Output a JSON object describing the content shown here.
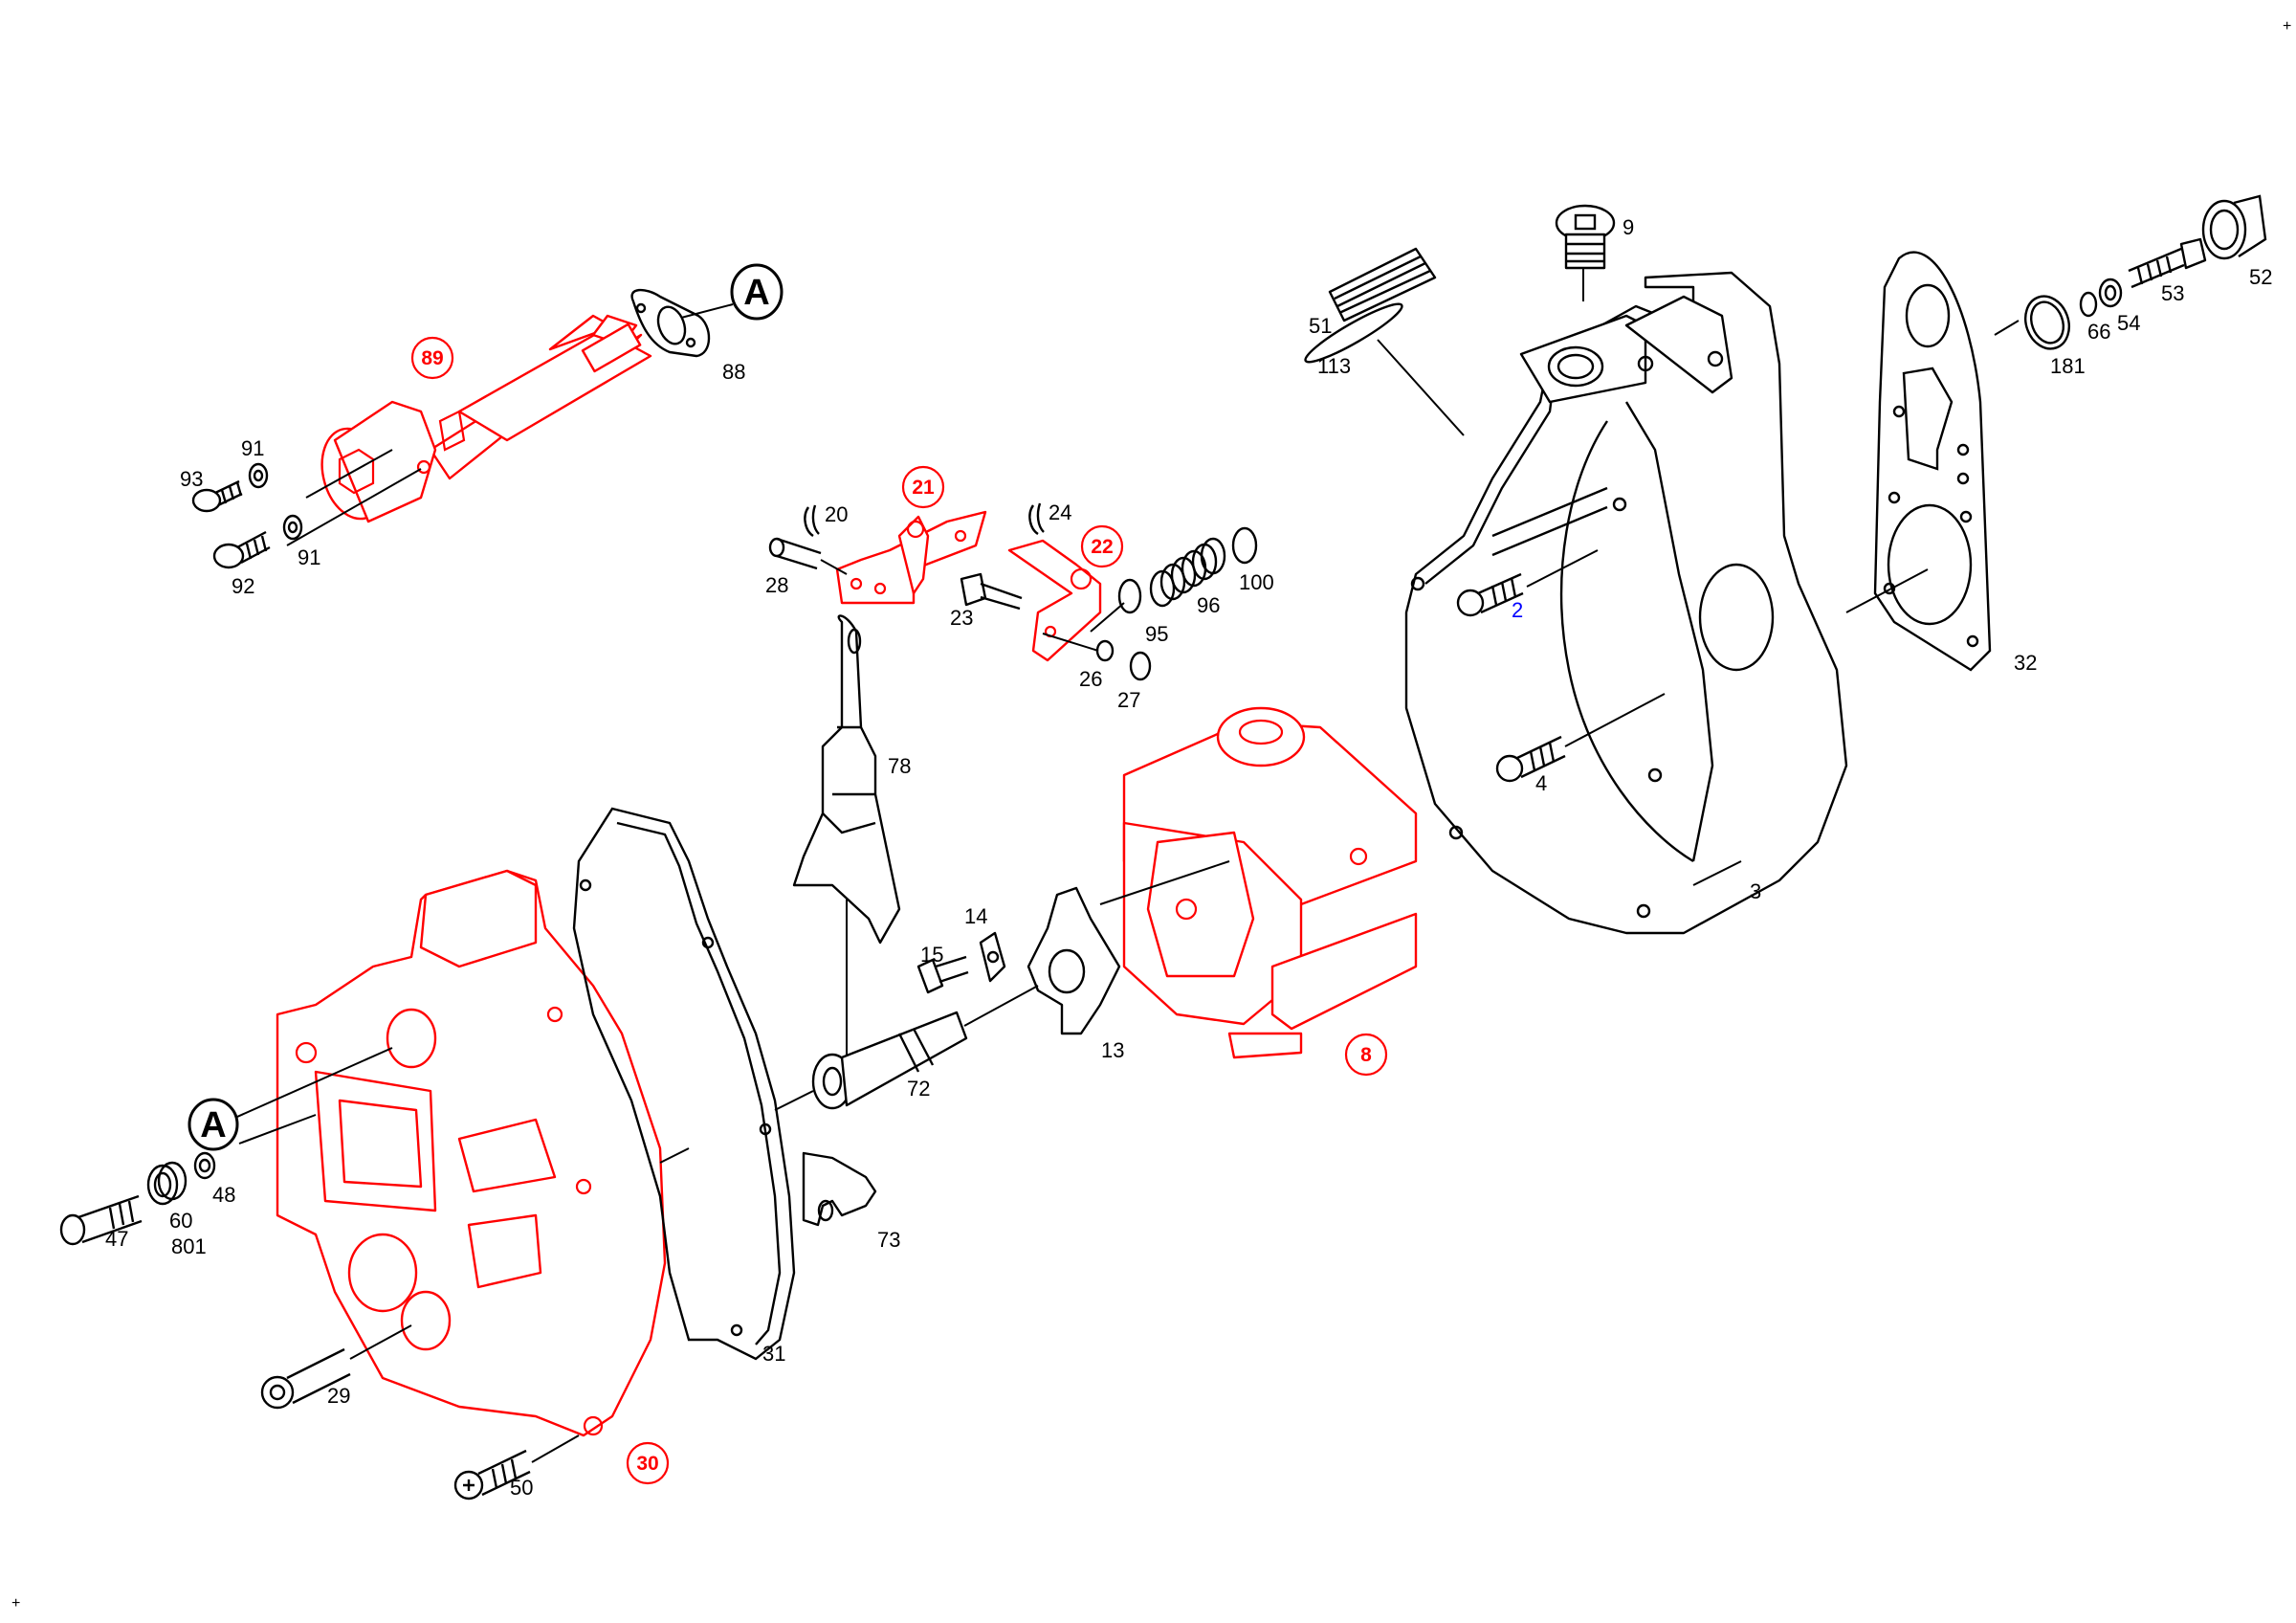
{
  "diagram": {
    "type": "exploded-parts-diagram",
    "colors": {
      "highlight": "#ff0000",
      "normal": "#000000",
      "link": "#0000ff"
    },
    "corner_marks": [
      "+",
      "+"
    ],
    "reference_markers": [
      "A",
      "A"
    ],
    "highlighted_parts": [
      "89",
      "21",
      "22",
      "8",
      "30"
    ],
    "labels": {
      "p89": "89",
      "p88": "88",
      "p91a": "91",
      "p93": "93",
      "p92": "92",
      "p91b": "91",
      "p21": "21",
      "p20": "20",
      "p24": "24",
      "p22": "22",
      "p28": "28",
      "p23": "23",
      "p95": "95",
      "p96": "96",
      "p100": "100",
      "p26": "26",
      "p27": "27",
      "p78": "78",
      "p14": "14",
      "p15": "15",
      "p13": "13",
      "p72": "72",
      "p73": "73",
      "p8": "8",
      "p31": "31",
      "p47": "47",
      "p60": "60",
      "p801": "801",
      "p48": "48",
      "p29": "29",
      "p50": "50",
      "p30": "30",
      "p51": "51",
      "p113": "113",
      "p9": "9",
      "p2": "2",
      "p4": "4",
      "p3": "3",
      "p32": "32",
      "p181": "181",
      "p66": "66",
      "p54": "54",
      "p53": "53",
      "p52": "52"
    }
  }
}
